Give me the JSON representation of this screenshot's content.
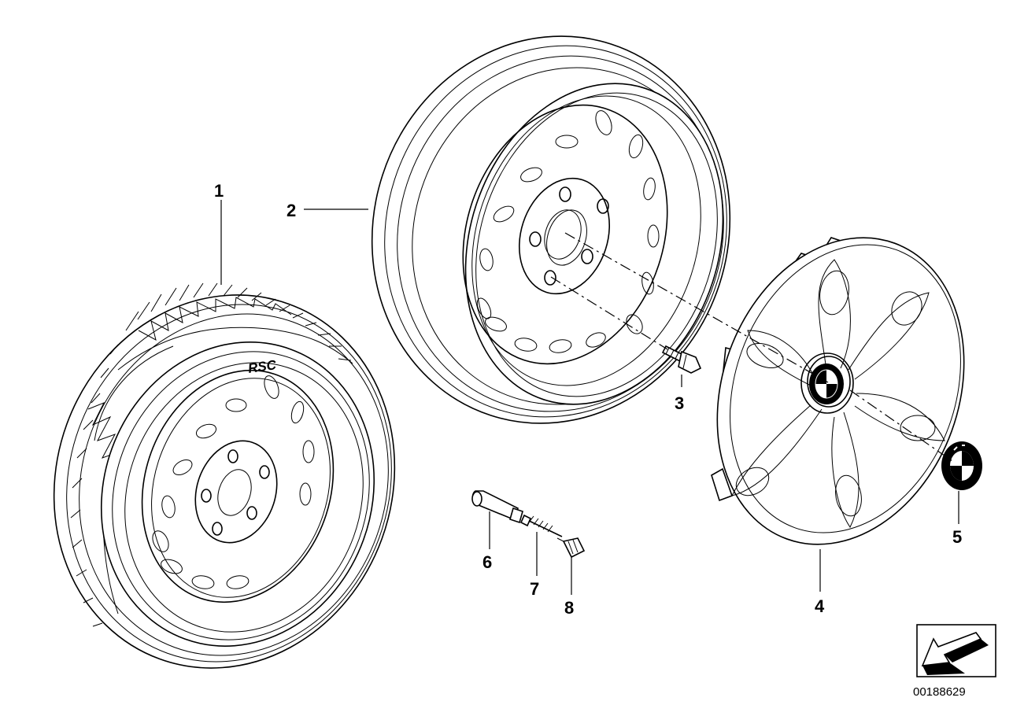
{
  "diagram": {
    "diagram_id": "00188629",
    "tire_marking": "RSC",
    "callouts": [
      {
        "id": "1",
        "label": "1"
      },
      {
        "id": "2",
        "label": "2"
      },
      {
        "id": "3",
        "label": "3"
      },
      {
        "id": "4",
        "label": "4"
      },
      {
        "id": "5",
        "label": "5"
      },
      {
        "id": "6",
        "label": "6"
      },
      {
        "id": "7",
        "label": "7"
      },
      {
        "id": "8",
        "label": "8"
      }
    ]
  }
}
